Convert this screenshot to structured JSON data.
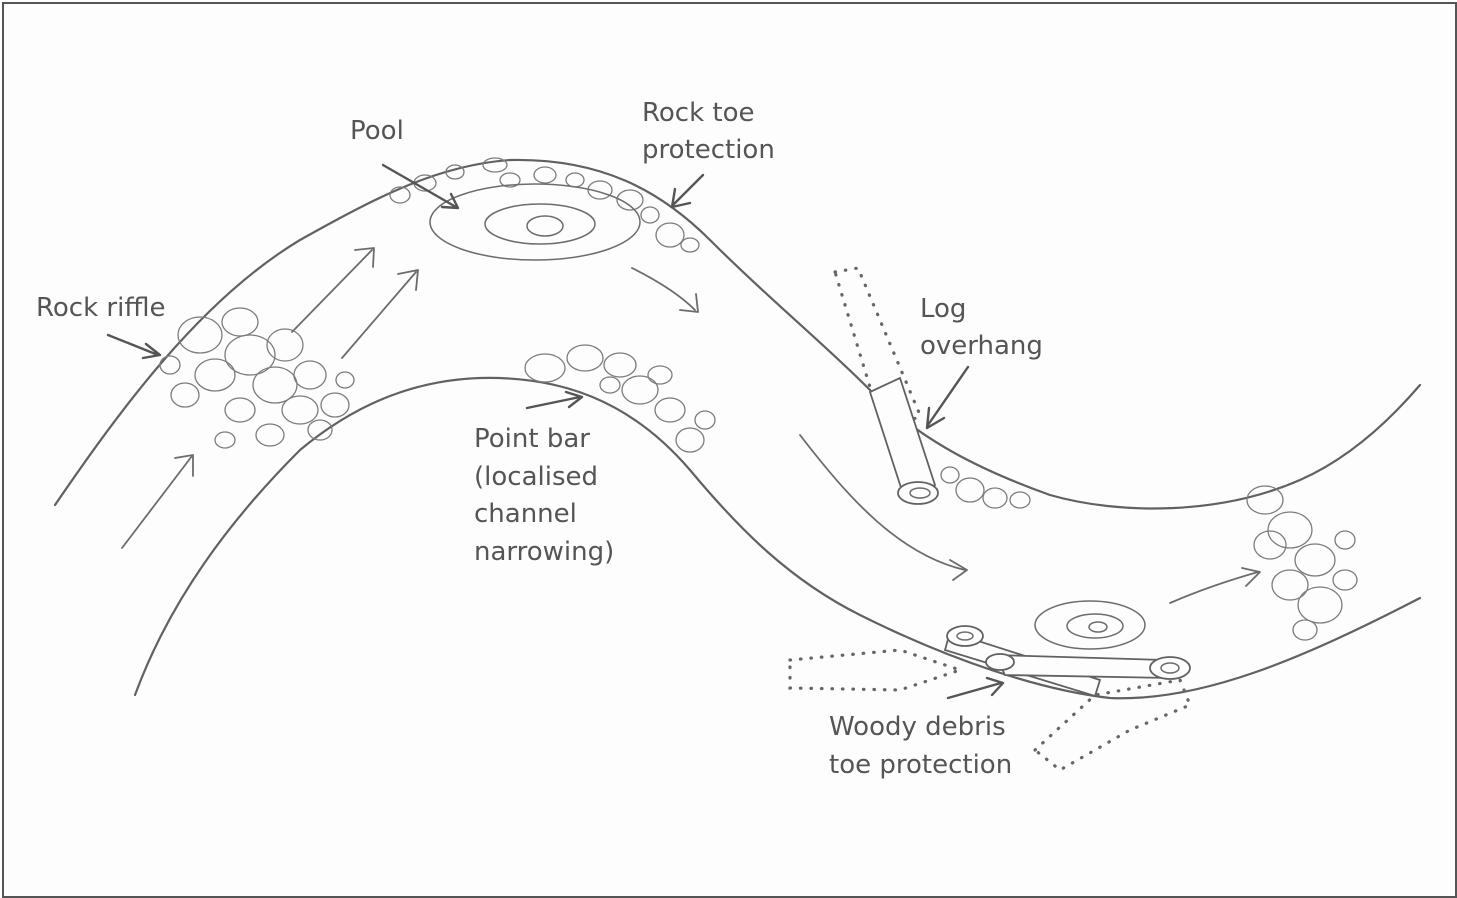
{
  "labels": {
    "rock_riffle": "Rock riffle",
    "pool": "Pool",
    "rock_toe_line1": "Rock toe",
    "rock_toe_line2": "protection",
    "log_line1": "Log",
    "log_line2": "overhang",
    "point_bar_line1": "Point bar",
    "point_bar_line2": "(localised",
    "point_bar_line3": "channel",
    "point_bar_line4": "narrowing)",
    "woody_line1": "Woody debris",
    "woody_line2": "toe protection"
  },
  "colors": {
    "ink": "#5f6260",
    "label_text": "#555555",
    "background": "#fdfdfd",
    "border": "#555555"
  }
}
